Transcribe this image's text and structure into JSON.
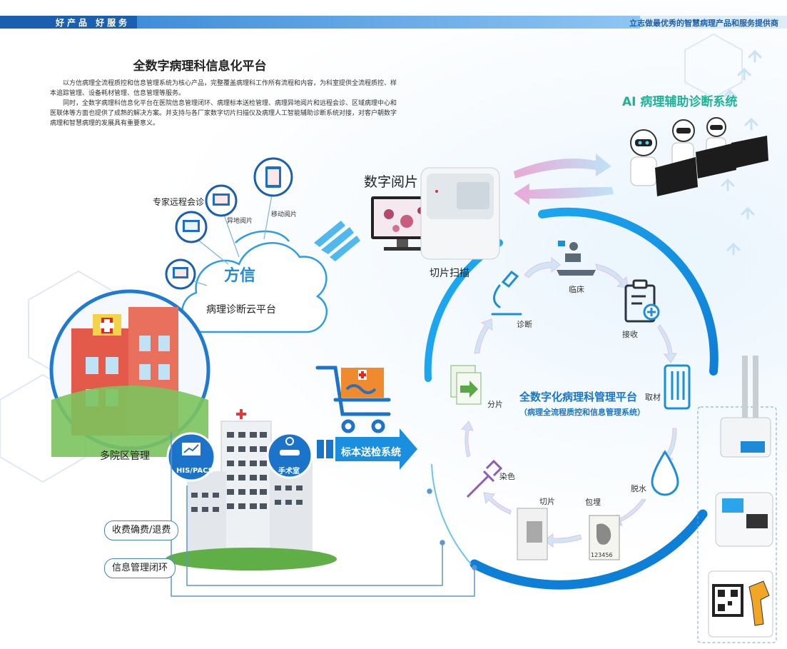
{
  "header": {
    "slogan": "好产品 好服务",
    "tagline": "立志做最优秀的智慧病理产品和服务提供商"
  },
  "intro": {
    "title": "全数字病理科信息化平台",
    "paragraph1": "以方信病理全流程质控和信息管理系统为核心产品，完整覆盖病理科工作所有流程和内容，为科室提供全流程质控、样本追踪管理、设备耗材管理、信息管理等服务。",
    "paragraph2": "同时，全数字病理科信息化平台在医院信息管理闭环、病理标本送检管理、病理异地阅片和远程会诊、区域病理中心和医联体等方面也提供了成熟的解决方案。并支持与各厂家数字切片扫描仪及病理人工智能辅助诊断系统对接，对客户朝数字病理和智慧病理的发展具有重要意义。"
  },
  "ai_system": {
    "label": "AI 病理辅助诊断系统"
  },
  "reader": {
    "label": "数字阅片",
    "scanner_label": "切片扫描"
  },
  "cloud": {
    "brand": "方信",
    "name": "病理诊断云平台",
    "remote_consult": "专家远程会诊",
    "offsite_reading": "异地阅片",
    "mobile_reading": "移动阅片"
  },
  "hospital": {
    "multi_campus": "多院区管理",
    "his_pacs": "HIS/PACS",
    "operating_room": "手术室",
    "specimen_system": "标本送检系统",
    "billing": "收费确费/退费",
    "info_loop": "信息管理闭环"
  },
  "platform": {
    "title": "全数字化病理科管理平台",
    "subtitle": "（病理全流程质控和信息管理系统）",
    "steps": {
      "clinical": "临床",
      "receive": "接收",
      "grossing": "取材",
      "dehydration": "脱水",
      "embedding": "包埋",
      "sectioning": "切片",
      "staining": "染色",
      "sorting": "分片",
      "diagnosis": "诊断"
    },
    "cassette_number": "123456"
  },
  "colors": {
    "brand_blue": "#1b5fb0",
    "accent_blue": "#1da1f2",
    "ai_green": "#1db396",
    "platform_blue": "#1675d2"
  }
}
